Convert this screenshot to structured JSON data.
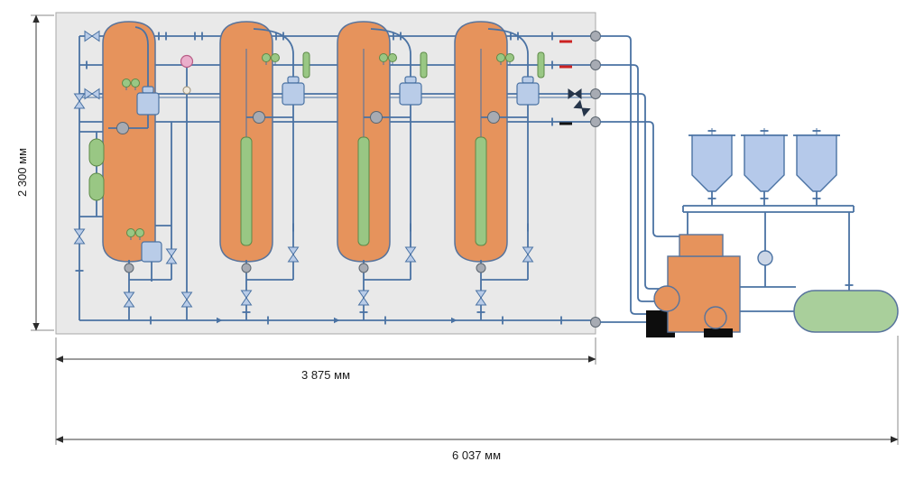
{
  "diagram": {
    "name": "process-equipment-schematic",
    "dimensions": {
      "height_label": "2 300 мм",
      "panel_width_label": "3 875 мм",
      "total_width_label": "6 037 мм"
    },
    "colors": {
      "panel_fill": "#e9e9e9",
      "panel_border": "#a8a8a8",
      "pipe_stroke": "#4a72a3",
      "vessel_fill": "#e6935c",
      "outline_stroke": "#58749c",
      "green_fill": "#99c784",
      "green_stroke": "#5d8a48",
      "valve_fill": "#b9cce8",
      "hopper_fill": "#b5c9ea",
      "tank_fill": "#a9cf9b",
      "flange_fill": "#a7abb3",
      "red_mark": "#cc2222",
      "black_part": "#0d0d0d",
      "gauge_pink": "#eaaecb"
    }
  }
}
